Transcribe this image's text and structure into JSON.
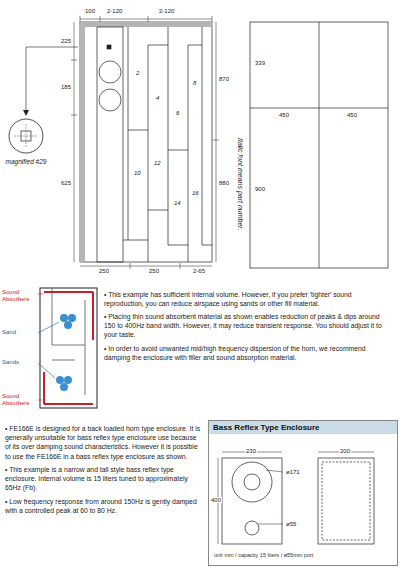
{
  "diagram": {
    "nodes": [
      {
        "text": [
          "magnified #29"
        ]
      },
      {
        "text": [
          "Bass Reflex Type Enclosure"
        ]
      }
    ],
    "labels": [
      "100",
      "2-120",
      "2-120",
      "225",
      "185",
      "625",
      "250",
      "250",
      "2-65",
      "870",
      "880",
      "450",
      "450",
      "339",
      "900",
      "Italic font means part number.",
      "2",
      "4",
      "6",
      "8",
      "10",
      "12",
      "14",
      "16",
      "Sound Absorbers",
      "Sand",
      "Sands",
      "Sound Absorbers",
      "• This example has sufficient internal volume. However, if you prefer 'tighter' sound reproduction, you can reduce airspace using sands or other fill material.",
      "• Placing thin sound absorbent material as shown enables reduction of peaks & dips around 150 to 400Hz band width. However, it may reduce transient response. You should adjust it to your taste.",
      "• In order to avoid unwanted mid/high frequency dispersion of the horn, we recommend damping the enclosure with filler and sound absorption material.",
      "• FE166E is designed for a back loaded horn type enclosure. It is generally unsuitable for bass reflex type enclosure use because of its over damping sound characteristics. However it is possible to use the FE166E in a bass reflex type enclosure as shown.",
      "• This example is a narrow and tall style bass reflex type enclosure. Internal volume is 15 liters tuned to approximately 65Hz (Fb).",
      "• Low frequency response from around 150Hz is gently damped with a controlled peak at 60 to 80 Hz.",
      "230",
      "200",
      "ø171",
      "400",
      "ø55",
      "unit mm / capacity 15 liters / ø55mm port"
    ]
  }
}
